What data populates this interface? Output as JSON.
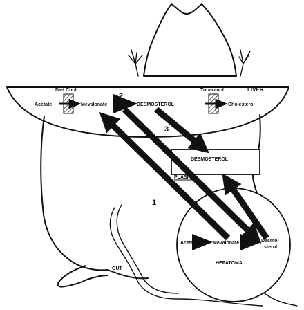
{
  "labels": {
    "diet_chol": "Diet Chol.",
    "triparanol": "Triparanol",
    "liver": "LIVER",
    "step_2": "2",
    "step_3": "3",
    "step_1": "1",
    "acetate_liver": "Acetate",
    "mevalonate_liver": "Mevalonate",
    "desmosterol_liver": "DESMOSTEROL",
    "cholesterol_liver": "Cholesterol",
    "desmosterol_plasma": "DESMOSTEROL",
    "plasma": "PLASMA",
    "acetate_hepatoma": "Acetate",
    "mevalonate_hepatoma": "Mevalonate",
    "desmosterol_hepatoma_line1": "Desmo-",
    "desmosterol_hepatoma_line2": "sterol",
    "hepatoma": "HEPATOMA",
    "gut": "GUT"
  },
  "colors": {
    "ink": "#111111",
    "paper": "#ffffff",
    "hatch": "#888888"
  },
  "icons": {
    "diet_block": "crosshatched-block-icon",
    "triparanol_block": "crosshatched-block-icon"
  }
}
